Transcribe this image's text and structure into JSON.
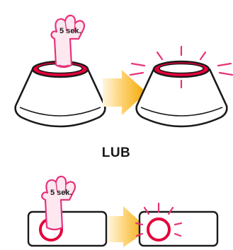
{
  "panels": [
    {
      "press_label": "5 sek."
    },
    {
      "separator_label": "LUB"
    },
    {
      "press_label": "5 sek."
    }
  ],
  "colors": {
    "accent": "#e4003a",
    "glow": "#e6337a",
    "arrow": "#f7b21b",
    "outline": "#1a1a1a"
  },
  "icons": {
    "press": "hand-pointing-down-icon",
    "result": "glowing-device-icon",
    "transition": "arrow-right-icon"
  }
}
